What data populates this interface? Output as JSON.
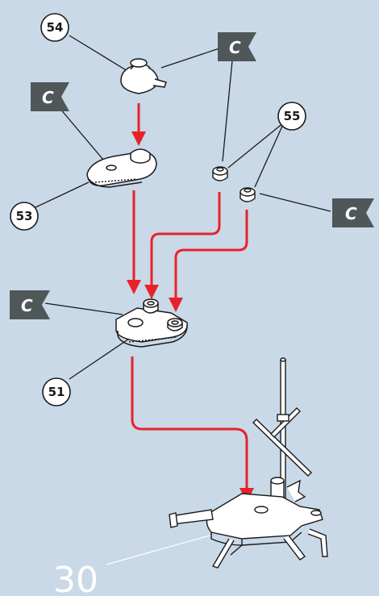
{
  "step_number": "30",
  "colors": {
    "background": "#c9d9e8",
    "arrow": "#e8222a",
    "flag": "#4f5759",
    "part_fill": "#ffffff",
    "outline": "#1a1a1a",
    "step_number": "#ffffff"
  },
  "flag_letter": "C",
  "part_callouts": [
    "54",
    "53",
    "55",
    "51"
  ]
}
